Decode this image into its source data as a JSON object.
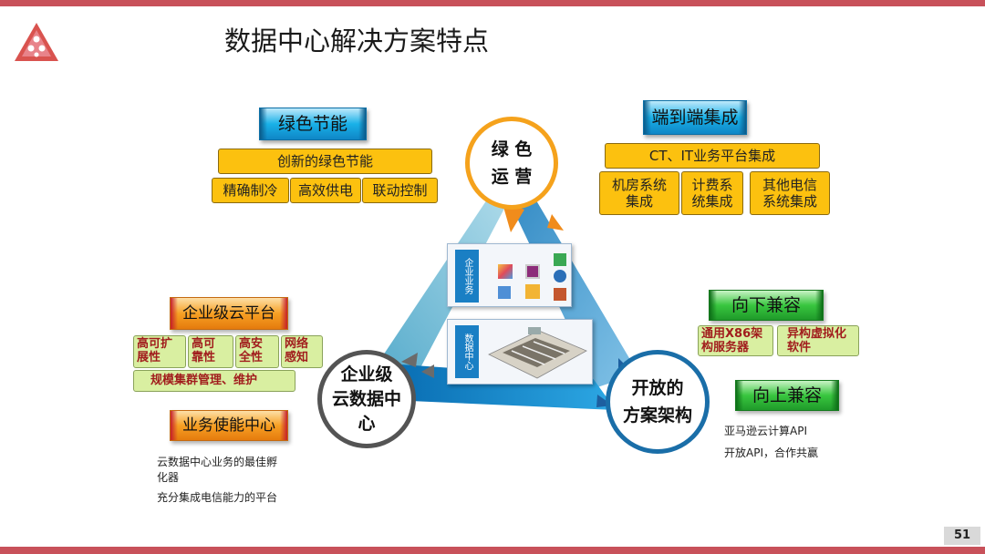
{
  "slide": {
    "title": "数据中心解决方案特点",
    "page_number": "51"
  },
  "colors": {
    "accent_bar": "#c8515a",
    "blue_header": "#19b1e8",
    "orange_header": "#f7a024",
    "green_header": "#39c63f",
    "yellow_box": "#fcc10f",
    "light_green_box": "#d9efa1"
  },
  "circles": {
    "top": "绿 色\n运 营",
    "left": "企业级\n云数据中\n心",
    "right": "开放的\n方案架构"
  },
  "green_energy": {
    "header": "绿色节能",
    "main": "创新的绿色节能",
    "items": [
      "精确制冷",
      "高效供电",
      "联动控制"
    ]
  },
  "end_to_end": {
    "header": "端到端集成",
    "main": "CT、IT业务平台集成",
    "items": [
      "机房系统\n集成",
      "计费系\n统集成",
      "其他电信\n系统集成"
    ]
  },
  "cloud_platform": {
    "header": "企业级云平台",
    "items": [
      "高可扩\n展性",
      "高可\n靠性",
      "高安\n全性",
      "网络\n感知"
    ],
    "wide": "规模集群管理、维护"
  },
  "business_center": {
    "header": "业务使能中心",
    "lines": [
      "云数据中心业务的最佳孵\n化器",
      "充分集成电信能力的平台"
    ]
  },
  "downward": {
    "header": "向下兼容",
    "items": [
      "通用X86架\n构服务器",
      "异构虚拟化\n软件"
    ]
  },
  "upward": {
    "header": "向上兼容",
    "lines": [
      "亚马逊云计算API",
      "开放API，合作共赢"
    ]
  },
  "center_panels": {
    "top_label": "企业业务",
    "bottom_label": "数据中心"
  }
}
